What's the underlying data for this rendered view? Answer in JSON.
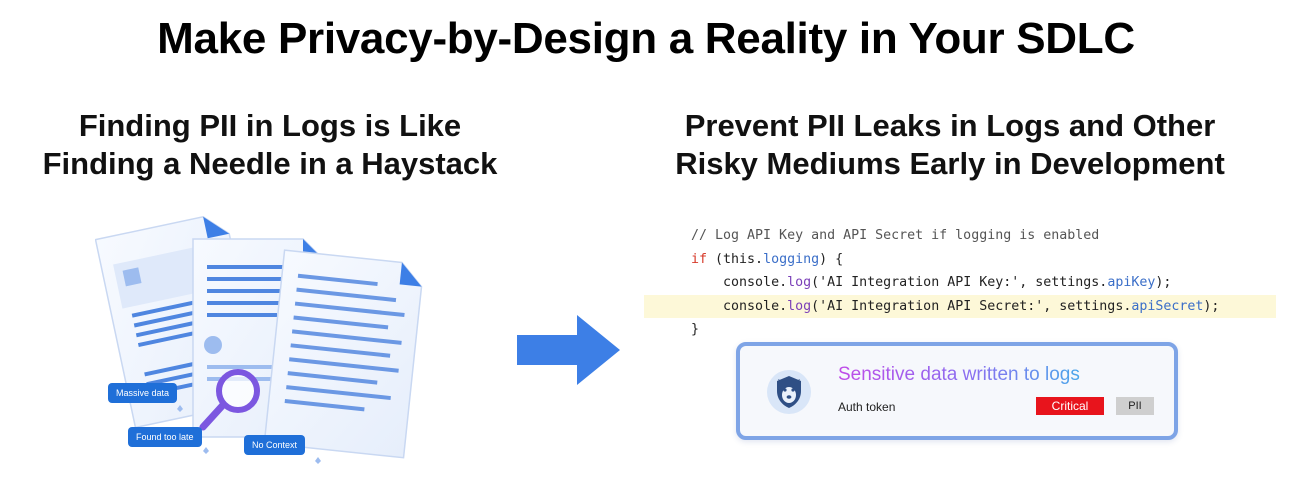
{
  "title": "Make Privacy-by-Design a Reality in Your SDLC",
  "left": {
    "heading_line1": "Finding PII in Logs is Like",
    "heading_line2": "Finding a Needle in a Haystack",
    "tags": [
      "Massive data",
      "Found too late",
      "No Context"
    ]
  },
  "right": {
    "heading_line1": "Prevent PII Leaks in Logs and Other",
    "heading_line2": "Risky Mediums Early in Development",
    "code": {
      "comment": "// Log API Key and API Secret if logging is enabled",
      "if_kw": "if",
      "if_open": " (this.",
      "logging_prop": "logging",
      "if_close": ") {",
      "indent": "    ",
      "console": "console.",
      "log_fn": "log",
      "key_args": "('AI Integration API Key:', settings.",
      "key_prop": "apiKey",
      "secret_args": "('AI Integration API Secret:', settings.",
      "secret_prop": "apiSecret",
      "end_stmt": ");",
      "close_brace": "}"
    },
    "alert": {
      "title": "Sensitive data written to logs",
      "subtitle": "Auth token",
      "severity": "Critical",
      "category": "PII",
      "logo_icon": "dog-shield-logo-icon"
    }
  },
  "colors": {
    "tag_blue": "#1f6fd8",
    "arrow_blue": "#3d7fe6",
    "critical_red": "#e8141c",
    "highlight_yellow": "#fdf8d8"
  }
}
